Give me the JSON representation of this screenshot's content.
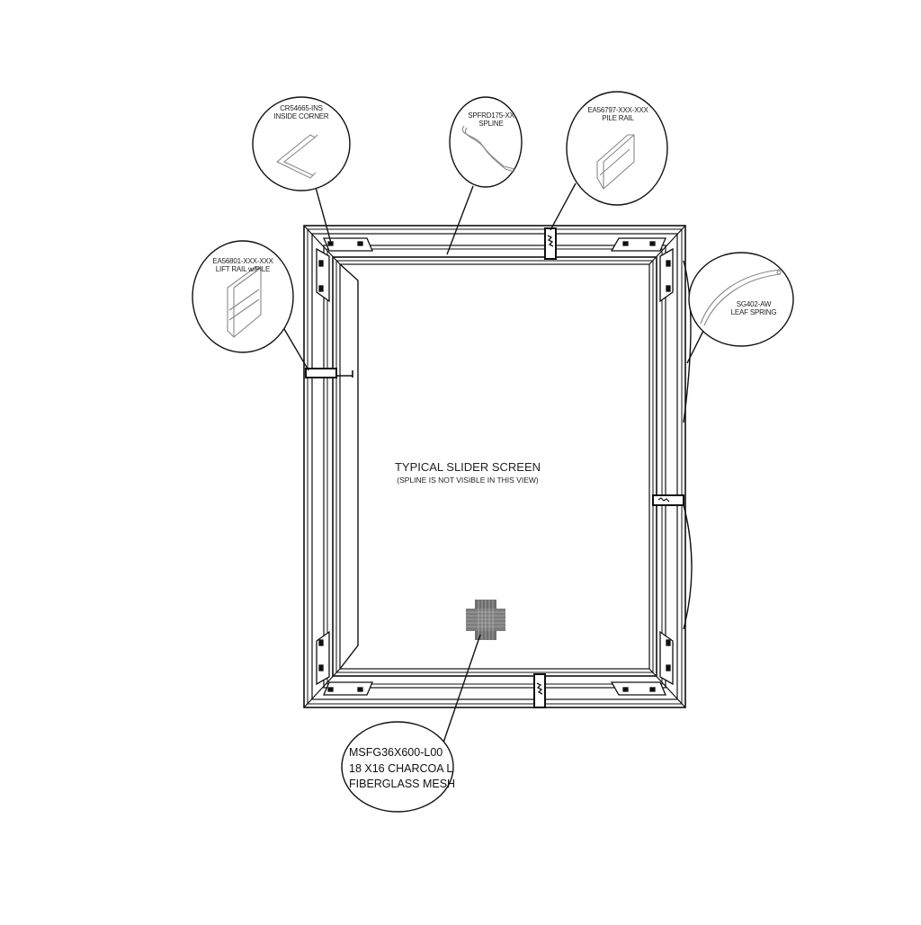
{
  "diagram": {
    "title": "TYPICAL SLIDER SCREEN",
    "subtitle": "(SPLINE IS NOT VISIBLE IN THIS VIEW)",
    "callouts": [
      {
        "id": "inside-corner",
        "part_number": "CR54665-INS",
        "description": "INSIDE CORNER"
      },
      {
        "id": "spline",
        "part_number": "SPFRD175-XX",
        "description": "SPLINE"
      },
      {
        "id": "pile-rail",
        "part_number": "EA56797-XXX-XXX",
        "description": "PILE RAIL"
      },
      {
        "id": "lift-rail",
        "part_number": "EA56801-XXX-XXX",
        "description": "LIFT RAIL w/PILE"
      },
      {
        "id": "leaf-spring",
        "part_number": "SG402-AW",
        "description": "LEAF SPRING"
      },
      {
        "id": "mesh",
        "part_number": "MSFG36X600-L00",
        "description": "18 X16 CHARCOA L",
        "description2": "FIBERGLASS MESH"
      }
    ],
    "colors": {
      "line": "#111111",
      "background": "#ffffff",
      "detail": "#888888"
    }
  }
}
